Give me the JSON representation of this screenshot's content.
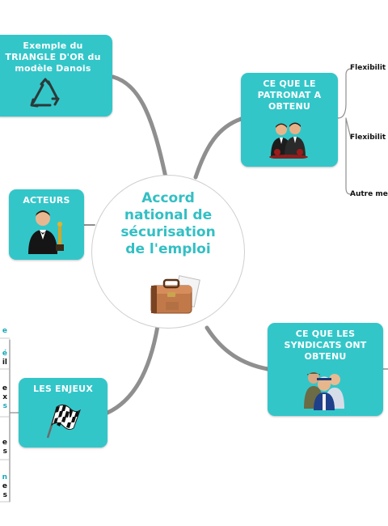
{
  "center": {
    "title_lines": [
      "Accord",
      "national de",
      "sécurisation",
      "de l'emploi"
    ],
    "icon": "briefcase-icon"
  },
  "nodes": {
    "triangle": {
      "lines": [
        "Exemple du",
        "TRIANGLE D'OR du",
        "modèle Danois"
      ],
      "icon": "recycle-triangle-icon"
    },
    "patronat": {
      "lines": [
        "CE QUE LE",
        "PATRONAT A",
        "OBTENU"
      ],
      "icon": "business-people-icon"
    },
    "acteurs": {
      "lines": [
        "ACTEURS"
      ],
      "icon": "actor-oscar-icon"
    },
    "syndicats": {
      "lines": [
        "CE QUE LES",
        "SYNDICATS ONT",
        "OBTENU"
      ],
      "icon": "workers-group-icon"
    },
    "enjeux": {
      "lines": [
        "LES ENJEUX"
      ],
      "icon": "checkered-flag-icon"
    }
  },
  "patronat_branches": [
    "Flexibilit",
    "Flexibilit",
    "Autre me"
  ],
  "left_fragments": [
    {
      "lines": [
        "e"
      ],
      "color": "#1aa7b8"
    },
    {
      "lines": [
        "é",
        "il"
      ],
      "color": "#1aa7b8"
    },
    {
      "lines": [
        "e",
        "x",
        "s"
      ],
      "color": "#111111"
    },
    {
      "lines": [
        "e",
        "s"
      ],
      "color": "#111111"
    },
    {
      "lines": [
        "n",
        "e",
        "s"
      ],
      "color": "#1aa7b8"
    }
  ],
  "colors": {
    "node": "#33c6c9",
    "title": "#33bfc4",
    "link": "#8f8f8f"
  }
}
